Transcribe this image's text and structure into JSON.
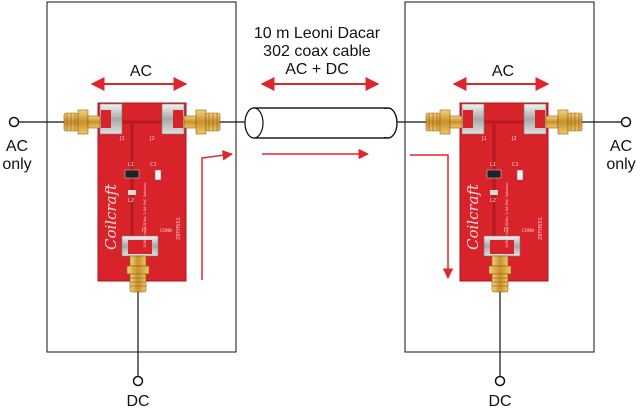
{
  "cable": {
    "line1": "10 m Leoni Dacar",
    "line2": "302 coax cable",
    "line3": "AC + DC"
  },
  "left": {
    "ac_label": "AC",
    "port_left_line1": "AC",
    "port_left_line2": "only",
    "dc_label": "DC"
  },
  "right": {
    "ac_label": "AC",
    "port_right_line1": "AC",
    "port_right_line2": "only",
    "dc_label": "DC"
  },
  "board": {
    "brand": "Coilcraft",
    "part": "29TH551",
    "desc": "10MHz to 2.3GHz, 0.5A PoC Solution",
    "ref_j1": "J1",
    "ref_j2": "J2",
    "ref_j3": "J3",
    "ref_l1": "L1",
    "ref_l2": "L2",
    "ref_c1": "C1",
    "conn": "CONN"
  },
  "colors": {
    "board": "#d8232a",
    "board_dark": "#b51a20",
    "gold": "#d9a441",
    "arrow": "#e0262b",
    "line": "#111111"
  }
}
